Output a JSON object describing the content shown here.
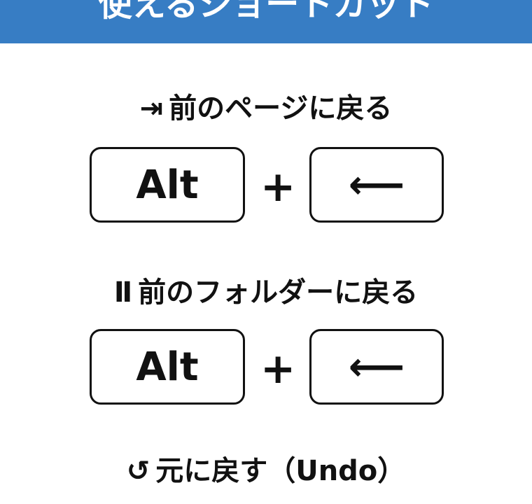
{
  "header": {
    "title": "使えるショートカット"
  },
  "sections": [
    {
      "title": "前のページに戻る",
      "icon": "arrow-to-bar-icon",
      "keys": [
        "Alt",
        "⟵"
      ],
      "plus": "+"
    },
    {
      "title": "前のフォルダーに戻る",
      "icon": "folder-back-icon",
      "keys": [
        "Alt",
        "⟵"
      ],
      "plus": "+"
    },
    {
      "title": "元に戻す（Undo）",
      "icon": "undo-icon"
    }
  ]
}
